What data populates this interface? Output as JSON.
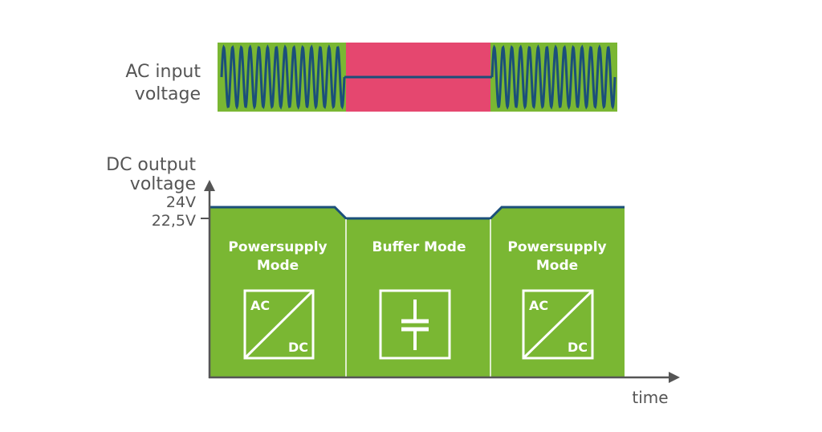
{
  "ac_panel": {
    "label_line1": "AC input",
    "label_line2": "voltage"
  },
  "dc_panel": {
    "label_line1": "DC output",
    "label_line2": "voltage",
    "level_high": "24V",
    "level_low": "22,5V",
    "x_axis_label": "time"
  },
  "modes": [
    {
      "line1": "Powersupply",
      "line2": "Mode",
      "icon": "ac-dc-converter-icon",
      "icon_top": "AC",
      "icon_bottom": "DC"
    },
    {
      "line1": "Buffer Mode",
      "line2": "",
      "icon": "capacitor-icon"
    },
    {
      "line1": "Powersupply",
      "line2": "Mode",
      "icon": "ac-dc-converter-icon",
      "icon_top": "AC",
      "icon_bottom": "DC"
    }
  ],
  "colors": {
    "green": "#7ab733",
    "red": "#e5476f",
    "wave": "#1b4f7a",
    "axis": "#555555"
  }
}
